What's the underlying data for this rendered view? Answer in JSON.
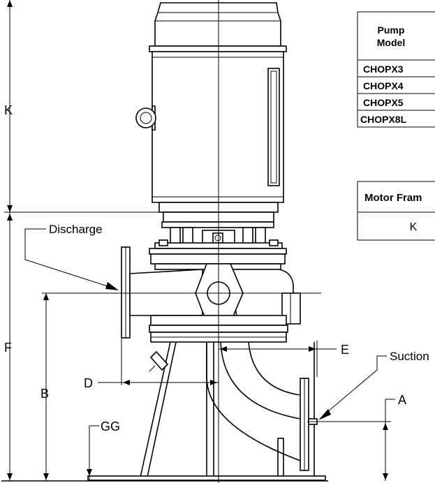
{
  "callouts": {
    "discharge": "Discharge",
    "suction": "Suction"
  },
  "dimensions": {
    "k": "K",
    "f": "F",
    "b": "B",
    "d": "D",
    "e": "E",
    "a": "A",
    "gg": "GG"
  },
  "pump_table": {
    "header_line1": "Pump",
    "header_line2": "Model",
    "rows": [
      "CHOPX3",
      "CHOPX4",
      "CHOPX5",
      "CHOPX8L"
    ]
  },
  "motor_table": {
    "header": "Motor Fram",
    "value": "K"
  }
}
